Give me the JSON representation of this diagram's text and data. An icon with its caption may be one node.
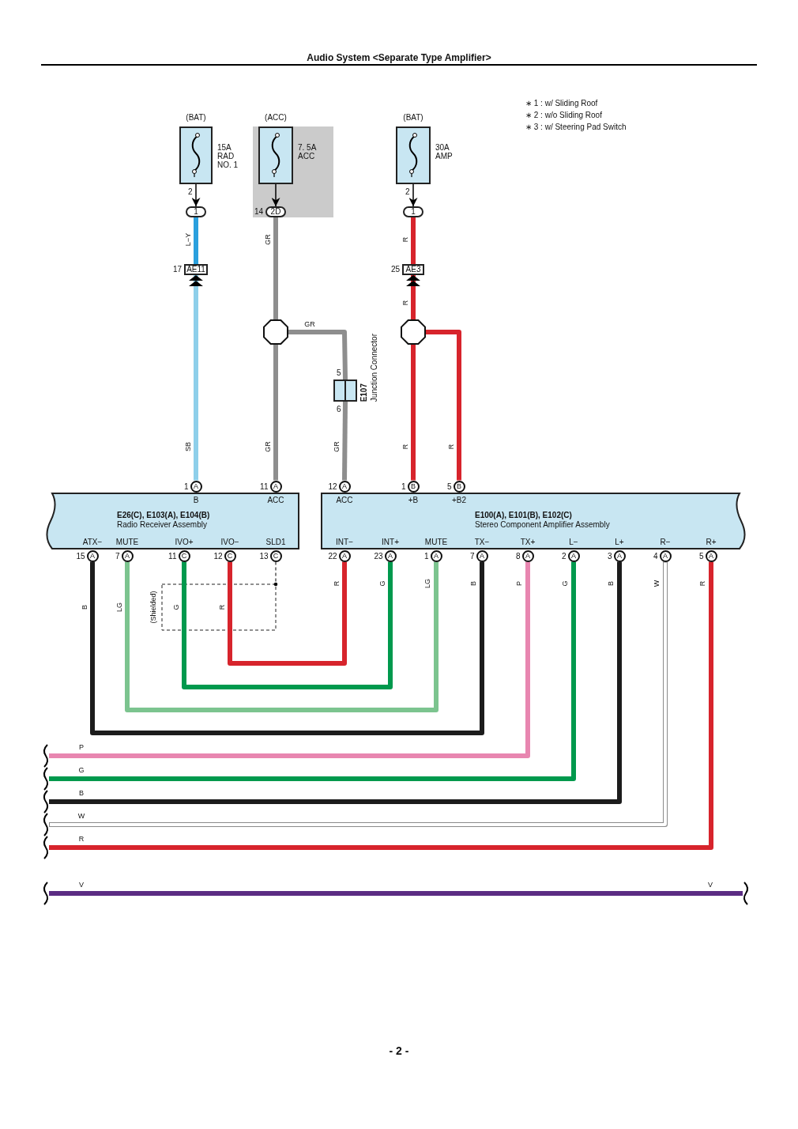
{
  "diagram": {
    "title": "Audio System <Separate Type Amplifier>",
    "nodes": [
      {
        "text": [
          "(BAT)"
        ],
        "beside": [
          "15A RAD NO. 1",
          "2"
        ]
      },
      {
        "text": [
          "(ACC)"
        ],
        "beside": [
          "7. 5A ACC"
        ]
      },
      {
        "text": [
          "(BAT)"
        ],
        "beside": [
          "30A AMP",
          "2"
        ]
      },
      {
        "text": [
          "1"
        ]
      },
      {
        "text": [
          "2D"
        ],
        "beside": [
          "14"
        ]
      },
      {
        "text": [
          "1"
        ]
      },
      {
        "text": [
          "AE11"
        ],
        "beside": [
          "17"
        ]
      },
      {
        "text": [
          "AE3"
        ],
        "beside": [
          "25"
        ]
      },
      {
        "text": [],
        "shape": "octagon"
      },
      {
        "text": [],
        "shape": "octagon"
      },
      {
        "text": [
          "E107",
          "Junction Connector"
        ],
        "beside": [
          "5",
          "6"
        ]
      },
      {
        "text": [
          "B",
          "ACC",
          "E26(C), E103(A), E104(B)",
          "Radio Receiver Assembly",
          "ATX−",
          "MUTE",
          "IVO+",
          "IVO−",
          "SLD1"
        ]
      },
      {
        "text": [
          "ACC",
          "+B",
          "+B2",
          "E100(A), E101(B), E102(C)",
          "Stereo Component Amplifier Assembly",
          "INT−",
          "INT+",
          "MUTE",
          "TX−",
          "TX+",
          "L−",
          "L+",
          "R−",
          "R+"
        ]
      },
      {
        "text": [
          "A"
        ],
        "beside": [
          "1"
        ]
      },
      {
        "text": [
          "A"
        ],
        "beside": [
          "11"
        ]
      },
      {
        "text": [
          "A"
        ],
        "beside": [
          "15"
        ]
      },
      {
        "text": [
          "A"
        ],
        "beside": [
          "7"
        ]
      },
      {
        "text": [
          "C"
        ],
        "beside": [
          "11"
        ]
      },
      {
        "text": [
          "C"
        ],
        "beside": [
          "12"
        ]
      },
      {
        "text": [
          "C"
        ],
        "beside": [
          "13"
        ]
      },
      {
        "text": [
          "A"
        ],
        "beside": [
          "12"
        ]
      },
      {
        "text": [
          "B"
        ],
        "beside": [
          "1"
        ]
      },
      {
        "text": [
          "B"
        ],
        "beside": [
          "5"
        ]
      },
      {
        "text": [
          "A"
        ],
        "beside": [
          "22"
        ]
      },
      {
        "text": [
          "A"
        ],
        "beside": [
          "23"
        ]
      },
      {
        "text": [
          "A"
        ],
        "beside": [
          "1"
        ]
      },
      {
        "text": [
          "A"
        ],
        "beside": [
          "7"
        ]
      },
      {
        "text": [
          "A"
        ],
        "beside": [
          "8"
        ]
      },
      {
        "text": [
          "A"
        ],
        "beside": [
          "2"
        ]
      },
      {
        "text": [
          "A"
        ],
        "beside": [
          "3"
        ]
      },
      {
        "text": [
          "A"
        ],
        "beside": [
          "4"
        ]
      },
      {
        "text": [
          "A"
        ],
        "beside": [
          "5"
        ]
      }
    ],
    "edges": [
      {
        "from": 0,
        "to": 3,
        "arrow": "to",
        "color": "#000000"
      },
      {
        "from": 1,
        "to": 4,
        "arrow": "to",
        "color": "#000000"
      },
      {
        "from": 2,
        "to": 5,
        "arrow": "to",
        "color": "#000000"
      },
      {
        "from": 3,
        "to": 6,
        "arrow": "none",
        "label": "L−Y",
        "color": "#2aa0de"
      },
      {
        "from": 13,
        "to": 6,
        "arrow": "to",
        "label": "SB",
        "color": "#8ecfea"
      },
      {
        "from": 4,
        "to": 8,
        "arrow": "none",
        "label": "GR",
        "color": "#8e8e8e"
      },
      {
        "from": 8,
        "to": 14,
        "arrow": "none",
        "label": "GR",
        "color": "#8e8e8e"
      },
      {
        "from": 8,
        "to": 10,
        "arrow": "none",
        "label": "GR",
        "color": "#8e8e8e"
      },
      {
        "from": 10,
        "to": 20,
        "arrow": "none",
        "label": "GR",
        "color": "#8e8e8e"
      },
      {
        "from": 5,
        "to": 7,
        "arrow": "none",
        "label": "R",
        "color": "#d7242c"
      },
      {
        "from": 9,
        "to": 7,
        "arrow": "to",
        "label": "R",
        "color": "#d7242c"
      },
      {
        "from": 9,
        "to": 21,
        "arrow": "none",
        "label": "R",
        "color": "#d7242c"
      },
      {
        "from": 9,
        "to": 22,
        "arrow": "none",
        "label": "R",
        "color": "#d7242c"
      },
      {
        "from": 15,
        "to": 26,
        "arrow": "none",
        "label": "B",
        "color": "#1c1c1c"
      },
      {
        "from": 16,
        "to": 25,
        "arrow": "none",
        "label": "LG",
        "color": "#7cc48f"
      },
      {
        "from": 17,
        "to": 24,
        "arrow": "none",
        "label": "G",
        "color": "#00994d"
      },
      {
        "from": 18,
        "to": 23,
        "arrow": "none",
        "label": "R",
        "color": "#d7242c"
      },
      {
        "from": 19,
        "to": null,
        "arrow": "other",
        "style": "dashed",
        "color": "#000000"
      },
      {
        "from": 27,
        "to": null,
        "arrow": "none",
        "label": "P",
        "color": "#e886b0"
      },
      {
        "from": 28,
        "to": null,
        "arrow": "none",
        "label": "G",
        "color": "#00994d"
      },
      {
        "from": 29,
        "to": null,
        "arrow": "none",
        "label": "B",
        "color": "#1c1c1c"
      },
      {
        "from": 30,
        "to": null,
        "arrow": "none",
        "label": "W",
        "color": "#8a8a8a"
      },
      {
        "from": 31,
        "to": null,
        "arrow": "none",
        "label": "R",
        "color": "#d7242c"
      }
    ],
    "labels": [
      "∗ 1 : w/ Sliding Roof",
      "∗ 2 : w/o Sliding Roof",
      "∗ 3 : w/ Steering Pad Switch",
      "R",
      "G",
      "LG",
      "B",
      "P",
      "G",
      "B",
      "W",
      "R",
      "(Shielded)",
      "V",
      "V",
      "- 2 -"
    ]
  }
}
